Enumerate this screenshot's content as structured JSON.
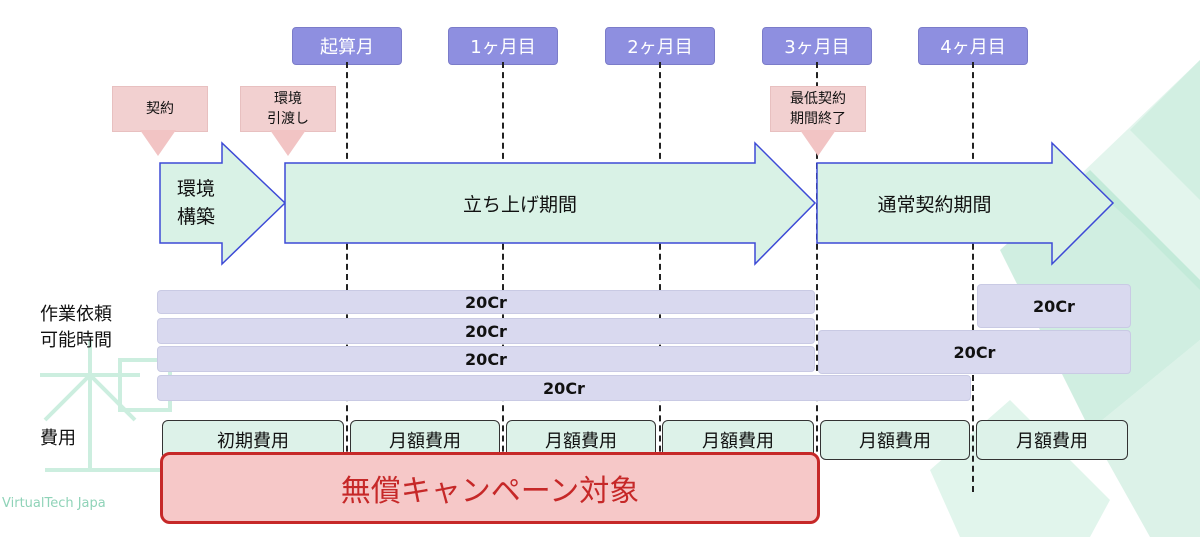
{
  "months": [
    "起算月",
    "1ヶ月目",
    "2ヶ月目",
    "3ヶ月目",
    "4ヶ月目"
  ],
  "markers": {
    "contract": "契約",
    "env_handover_line1": "環境",
    "env_handover_line2": "引渡し",
    "min_contract_line1": "最低契約",
    "min_contract_line2": "期間終了"
  },
  "phases": {
    "env_build_line1": "環境",
    "env_build_line2": "構築",
    "startup": "立ち上げ期間",
    "normal": "通常契約期間"
  },
  "labels": {
    "work_request_line1": "作業依頼",
    "work_request_line2": "可能時間",
    "cost": "費用"
  },
  "credits": {
    "bar1": "20Cr",
    "bar2": "20Cr",
    "bar3": "20Cr",
    "bar4": "20Cr",
    "bar5": "20Cr",
    "bar6": "20Cr"
  },
  "costs": [
    "初期費用",
    "月額費用",
    "月額費用",
    "月額費用",
    "月額費用",
    "月額費用"
  ],
  "campaign": "無償キャンペーン対象",
  "watermark": "VirtualTech Japa",
  "colors": {
    "month_bg": "#8e8fe0",
    "phase_fill": "#d9f2e6",
    "marker_fill": "#f2d0d0",
    "credit_fill": "#d9d9ef",
    "campaign_border": "#c62828"
  }
}
